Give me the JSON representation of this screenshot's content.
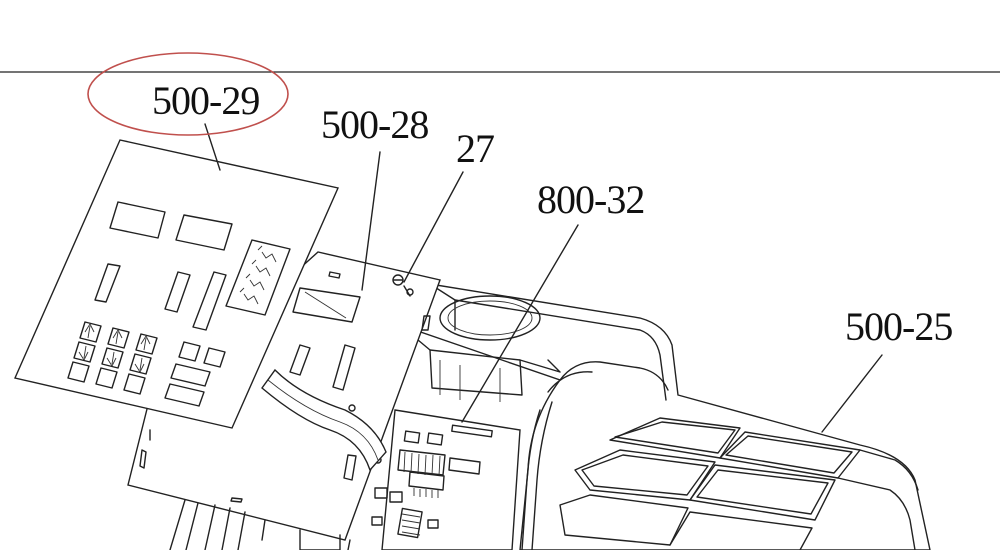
{
  "callouts": {
    "highlighted": "500-29",
    "panel_board": "500-28",
    "screw": "27",
    "circuit_board": "800-32",
    "housing": "500-25"
  },
  "colors": {
    "line": "#222222",
    "highlight_ellipse": "#c0504d",
    "background": "#ffffff"
  },
  "icons": {
    "arrow_up": "arrow-up-icon",
    "arrow_down": "arrow-down-icon",
    "zigzag": "zigzag-indicator-icon"
  }
}
